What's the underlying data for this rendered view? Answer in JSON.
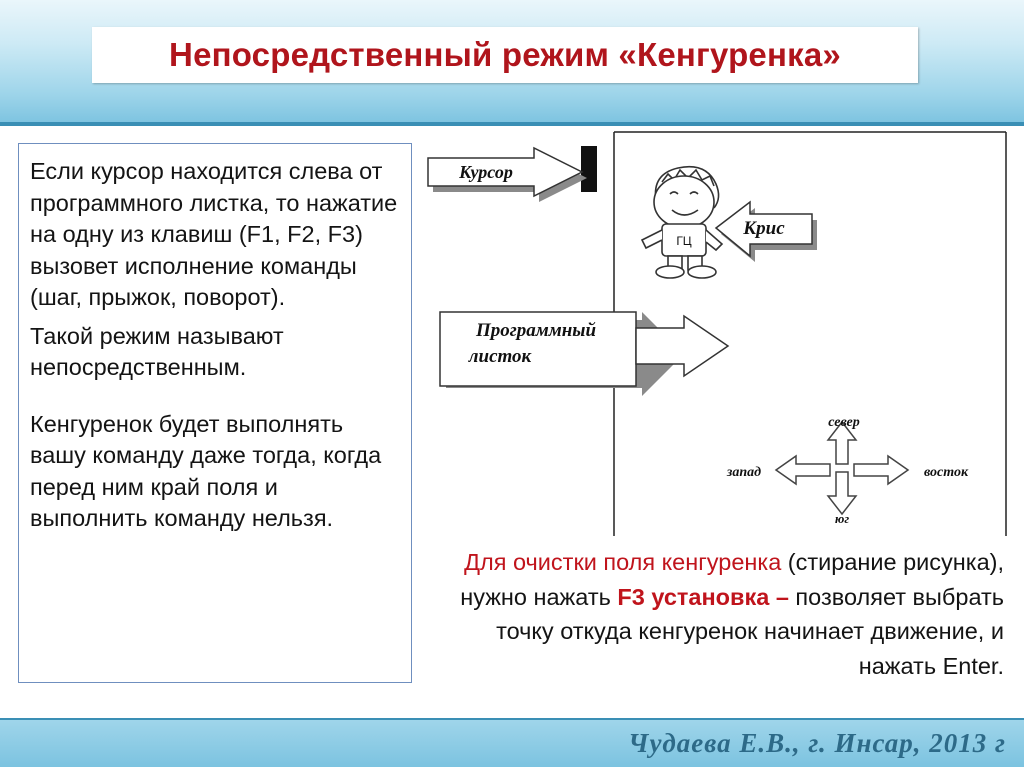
{
  "title": "Непосредственный режим «Кенгуренка»",
  "left_panel": {
    "paragraph1": "Если курсор находится слева от программного листка, то нажатие на одну из клавиш (F1, F2, F3) вызовет исполнение команды (шаг, прыжок, поворот).",
    "paragraph2": "Такой режим называют непосредственным.",
    "paragraph3": "Кенгуренок будет выполнять вашу команду даже тогда, когда перед ним край поля и выполнить команду нельзя."
  },
  "diagram": {
    "cursor_label": "Курсор",
    "kris_label": "Крис",
    "sheet_label_line1": "Программный",
    "sheet_label_line2": "листок",
    "shirt_text": "ГЦ",
    "compass": {
      "north": "север",
      "south": "юг",
      "west": "запад",
      "east": "восток"
    }
  },
  "note": {
    "red_text": "Для очистки поля кенгуренка",
    "text1": " (стирание рисунка), нужно нажать ",
    "f3_label": "F3 установка",
    "dash": " –",
    "text2": " позволяет выбрать точку откуда кенгуренок начинает движение, и нажать Enter."
  },
  "footer": "Чудаева Е.В., г. Инсар, 2013 г",
  "colors": {
    "title_red": "#b0151c",
    "accent_blue": "#3a8fb5",
    "frame_blue": "#6f8fbf"
  }
}
